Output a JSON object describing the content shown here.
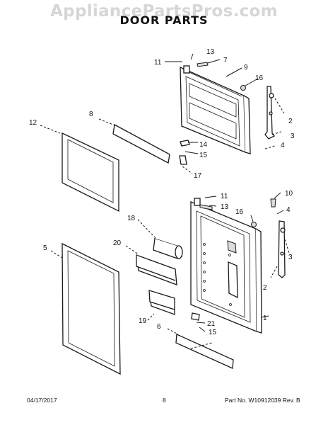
{
  "watermark": "AppliancePartsPros.com",
  "title": "DOOR PARTS",
  "footer": {
    "date": "04/17/2017",
    "page": "8",
    "part_no": "Part No. W10912039  Rev. B"
  },
  "callouts": {
    "freezer_door": {
      "c11": "11",
      "c13": "13",
      "c7": "7",
      "c9": "9",
      "c16": "16",
      "c2": "2",
      "c3": "3",
      "c4": "4",
      "c14": "14",
      "c15": "15",
      "c17": "17",
      "c8": "8",
      "c12": "12"
    },
    "refrigerator_door": {
      "c11": "11",
      "c13": "13",
      "c10": "10",
      "c4": "4",
      "c16": "16",
      "c18": "18",
      "c20": "20",
      "c5": "5",
      "c3": "3",
      "c2": "2",
      "c1": "1",
      "c21": "21",
      "c15": "15",
      "c19": "19",
      "c6": "6"
    }
  }
}
